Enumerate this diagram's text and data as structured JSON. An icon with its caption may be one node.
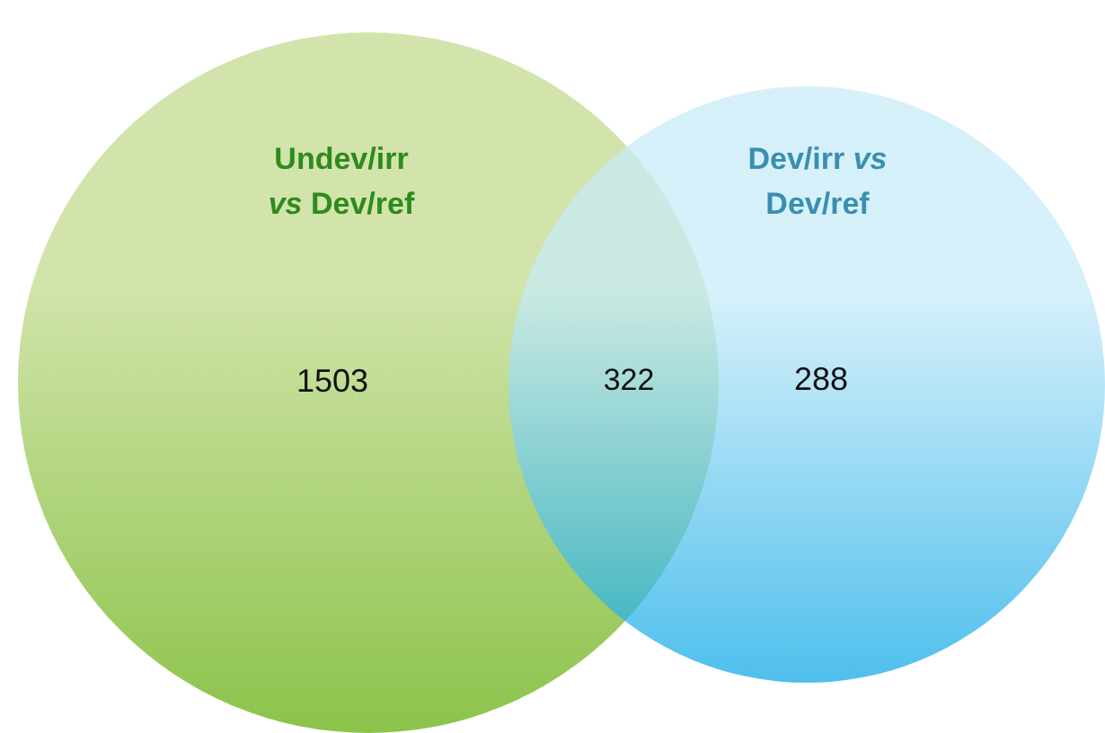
{
  "diagram": {
    "nodes": [
      {
        "text": [
          "Undev/irr *vs* Dev/ref",
          "1503"
        ]
      },
      {
        "text": [
          "Dev/irr *vs* Dev/ref",
          "288"
        ]
      }
    ],
    "labels": [
      "322"
    ]
  }
}
